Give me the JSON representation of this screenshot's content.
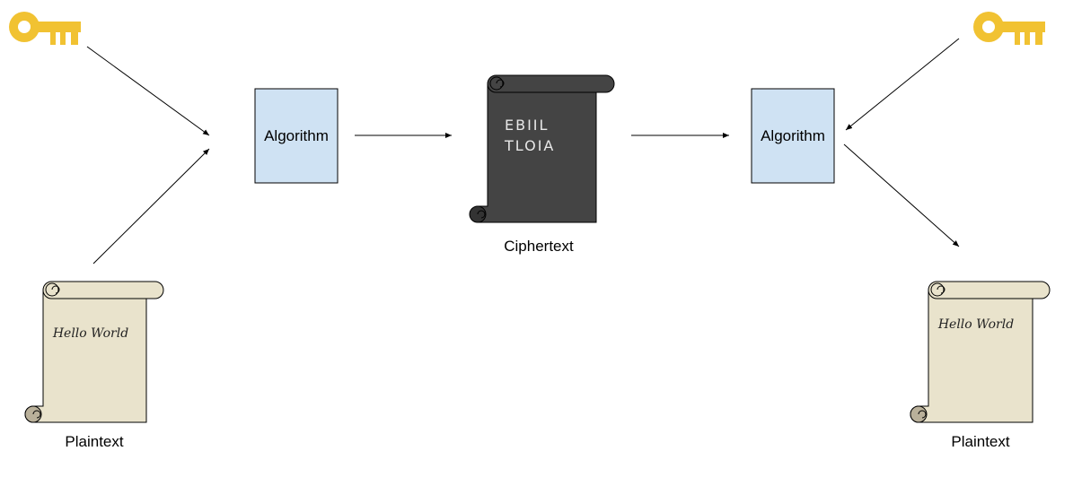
{
  "left_algorithm": {
    "label": "Algorithm",
    "fill": "#cfe2f3"
  },
  "right_algorithm": {
    "label": "Algorithm",
    "fill": "#cfe2f3"
  },
  "ciphertext": {
    "lines": [
      "EBIIL",
      "TLOIA"
    ],
    "caption": "Ciphertext",
    "color": "#444444"
  },
  "left_plaintext": {
    "text": "Hello World",
    "caption": "Plaintext",
    "color": "#e9e3cc"
  },
  "right_plaintext": {
    "text": "Hello World",
    "caption": "Plaintext",
    "color": "#e9e3cc"
  },
  "key_color": "#f1c232",
  "icons": [
    "key-icon",
    "scroll-icon"
  ]
}
